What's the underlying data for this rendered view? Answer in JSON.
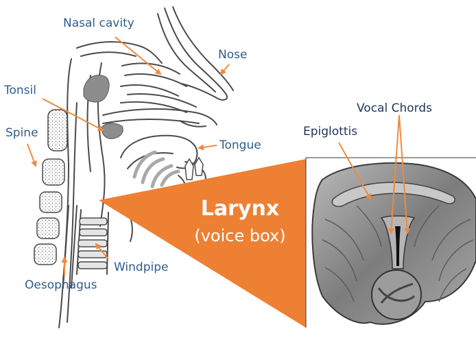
{
  "labels": {
    "nasal_cavity": "Nasal cavity",
    "nose": "Nose",
    "tonsil": "Tonsil",
    "spine": "Spine",
    "tongue": "Tongue",
    "windpipe": "Windpipe",
    "oesophagus": "Oesophagus",
    "larynx": "Larynx",
    "voice_box": "(voice box)",
    "epiglottis": "Epiglottis",
    "vocal_chords": "Vocal Chords"
  },
  "colors": {
    "label_text": "#2f5c8a",
    "arrow": "#f08a3c",
    "callout": "#ee8034",
    "line_art": "#4a4a4a",
    "tissue_gray": "#9a9a9a",
    "detail_panel": "#8f8f8f"
  }
}
